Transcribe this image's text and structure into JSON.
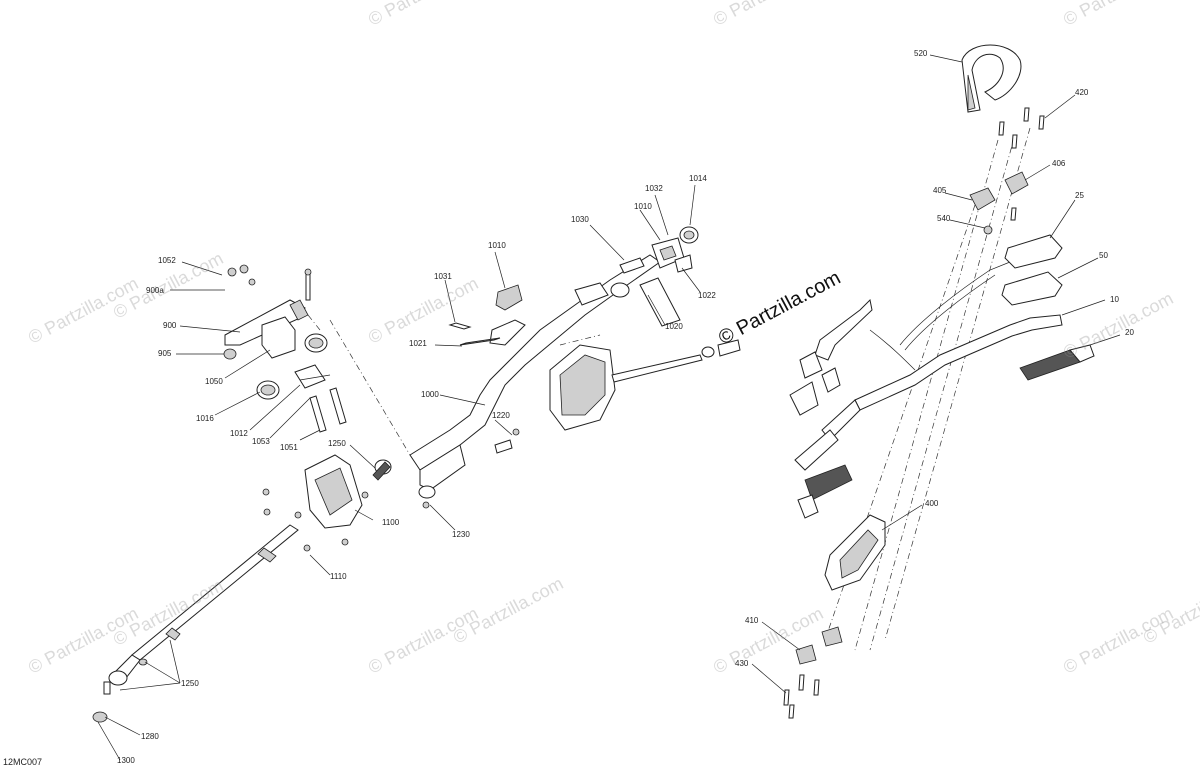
{
  "diagram_code": "12MC007",
  "watermark": "© Partzilla.com",
  "callouts": [
    {
      "id": "1052",
      "text": "1052"
    },
    {
      "id": "900a",
      "text": "900a"
    },
    {
      "id": "900",
      "text": "900"
    },
    {
      "id": "905",
      "text": "905"
    },
    {
      "id": "1050",
      "text": "1050"
    },
    {
      "id": "1016",
      "text": "1016"
    },
    {
      "id": "1012",
      "text": "1012"
    },
    {
      "id": "1053",
      "text": "1053"
    },
    {
      "id": "1051",
      "text": "1051"
    },
    {
      "id": "1250a",
      "text": "1250"
    },
    {
      "id": "1100",
      "text": "1100"
    },
    {
      "id": "1110",
      "text": "1110"
    },
    {
      "id": "1250b",
      "text": "1250"
    },
    {
      "id": "1280",
      "text": "1280"
    },
    {
      "id": "1300",
      "text": "1300"
    },
    {
      "id": "1031",
      "text": "1031"
    },
    {
      "id": "1010a",
      "text": "1010"
    },
    {
      "id": "1021",
      "text": "1021"
    },
    {
      "id": "1000",
      "text": "1000"
    },
    {
      "id": "1220",
      "text": "1220"
    },
    {
      "id": "1230",
      "text": "1230"
    },
    {
      "id": "1030",
      "text": "1030"
    },
    {
      "id": "1010b",
      "text": "1010"
    },
    {
      "id": "1032",
      "text": "1032"
    },
    {
      "id": "1014",
      "text": "1014"
    },
    {
      "id": "1022",
      "text": "1022"
    },
    {
      "id": "1020",
      "text": "1020"
    },
    {
      "id": "520",
      "text": "520"
    },
    {
      "id": "420",
      "text": "420"
    },
    {
      "id": "406",
      "text": "406"
    },
    {
      "id": "405",
      "text": "405"
    },
    {
      "id": "540",
      "text": "540"
    },
    {
      "id": "25",
      "text": "25"
    },
    {
      "id": "50",
      "text": "50"
    },
    {
      "id": "10",
      "text": "10"
    },
    {
      "id": "20",
      "text": "20"
    },
    {
      "id": "400",
      "text": "400"
    },
    {
      "id": "410",
      "text": "410"
    },
    {
      "id": "430",
      "text": "430"
    }
  ]
}
